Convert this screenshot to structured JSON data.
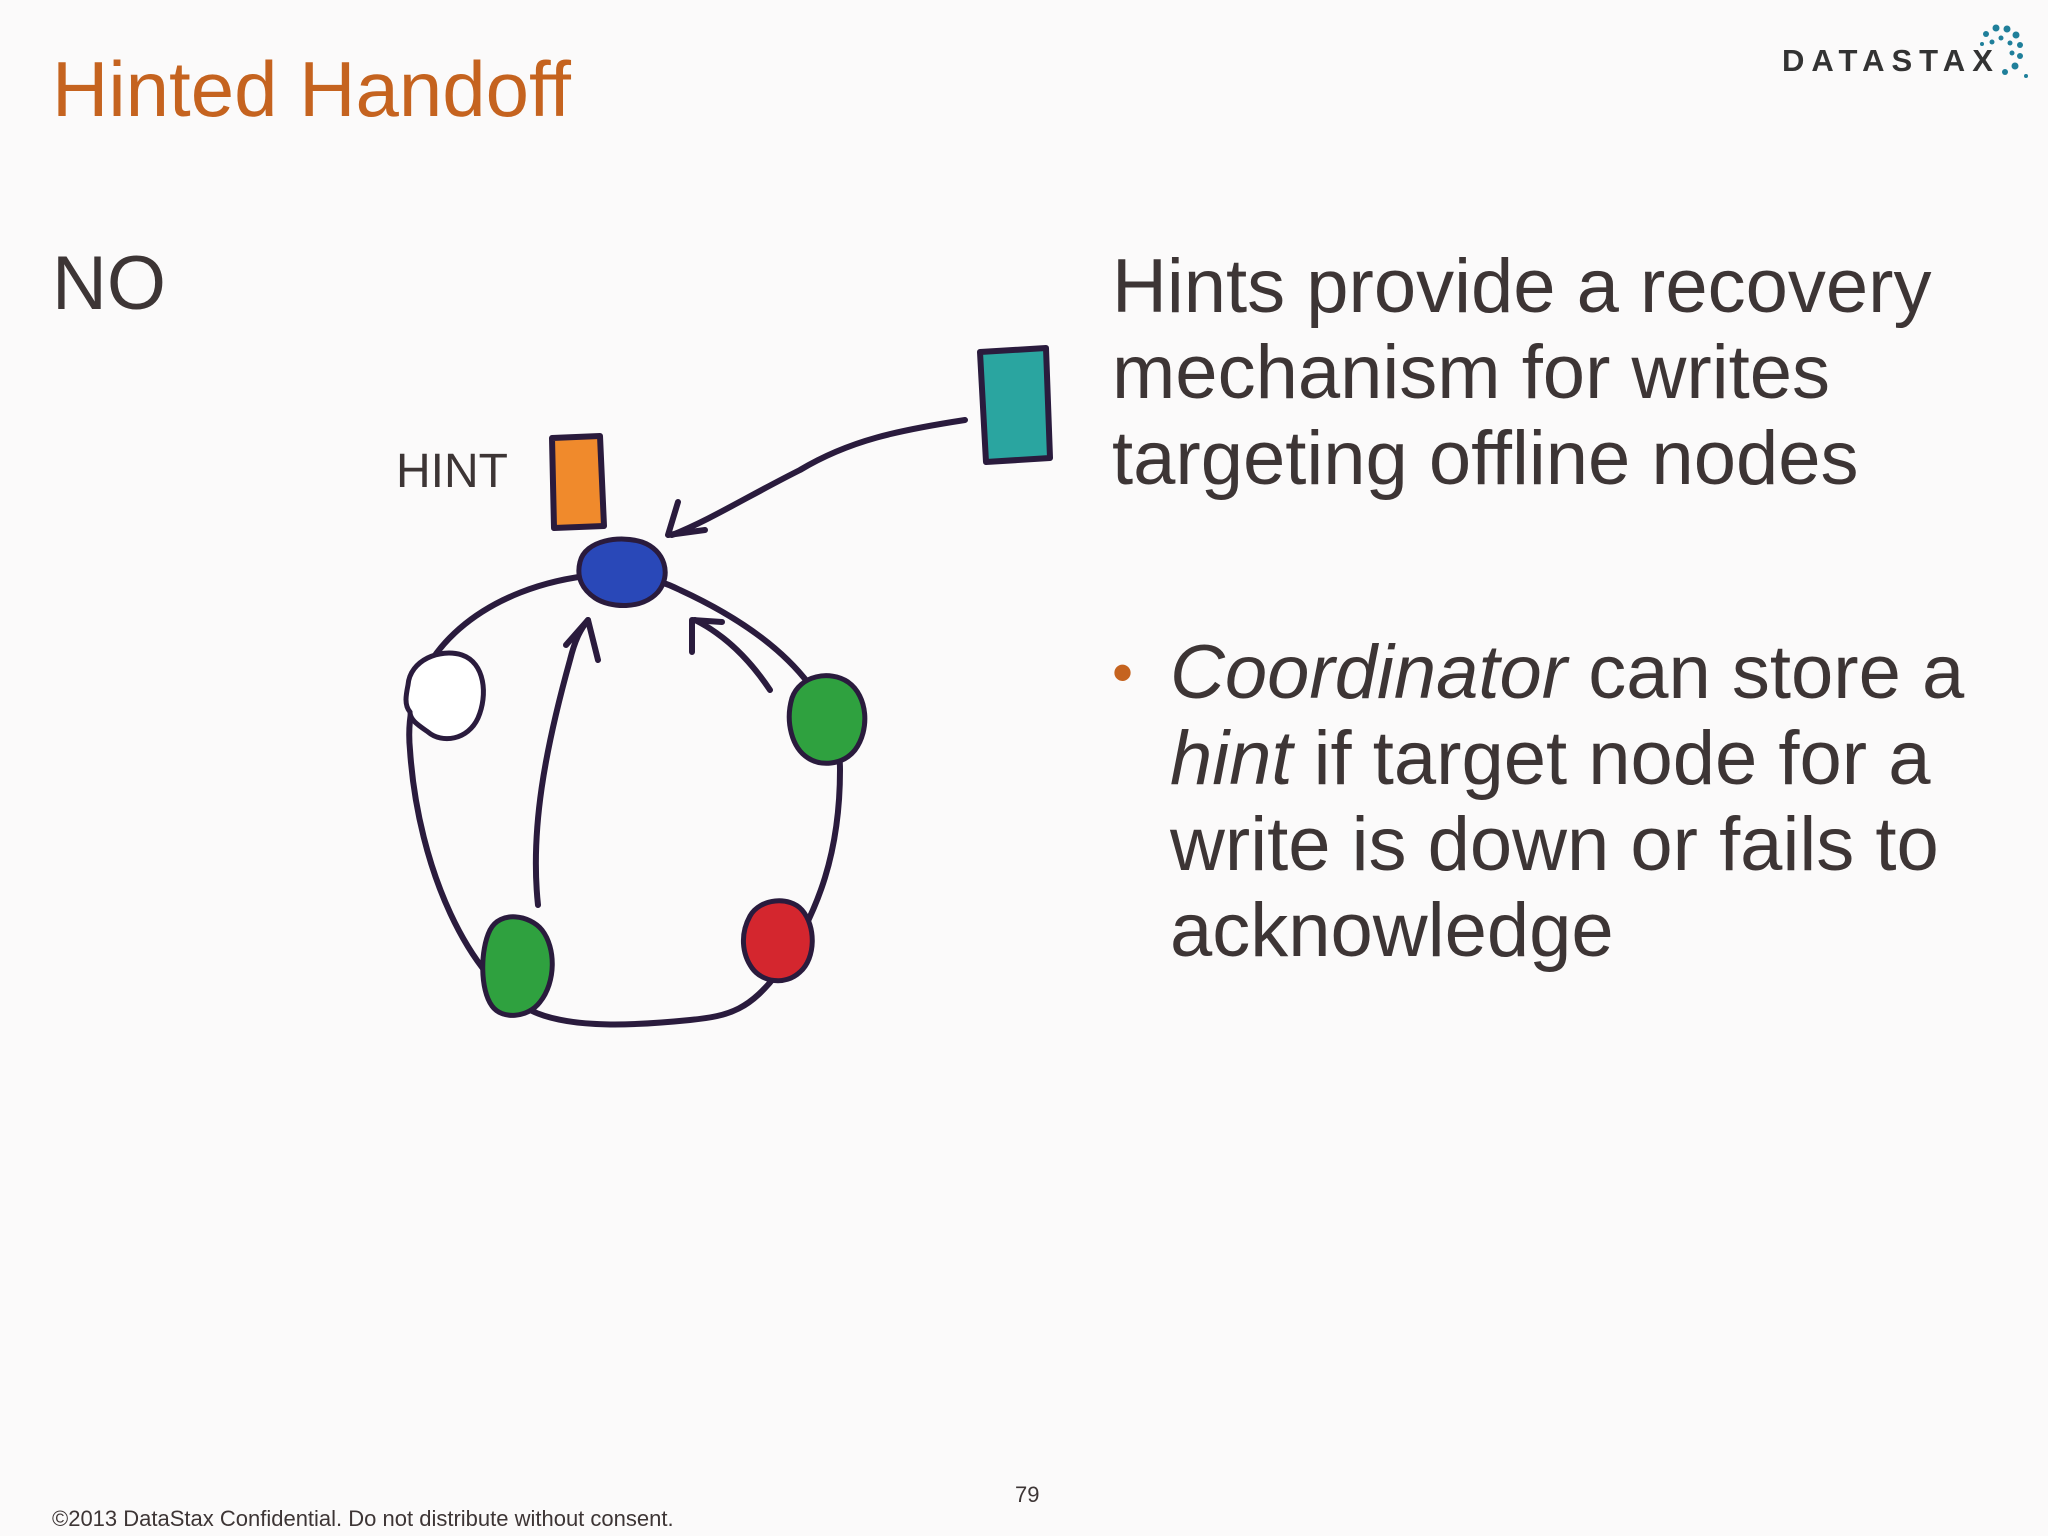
{
  "slide": {
    "title": "Hinted Handoff",
    "no_label": "NO",
    "hint_label": "HINT",
    "main_text": "Hints provide a recovery mechanism for writes targeting offline nodes",
    "bullet": {
      "marker": "•",
      "parts": [
        "Coordinator",
        " can store a ",
        "hint",
        " if target node for a write is down or fails to acknowledge"
      ]
    },
    "page_number": "79",
    "footer": "©2013 DataStax Confidential. Do not distribute without consent."
  },
  "logo": {
    "word": "DATASTAX"
  },
  "diagram": {
    "node_colors": {
      "coordinator": "#2948b8",
      "offline": "#ffffff",
      "replica_right": "#2fa13f",
      "replica_bottom_left": "#2fa13f",
      "replica_bottom_right": "#d4262e"
    },
    "write_color": "#2aa5a0",
    "hint_color": "#f08a2c",
    "stroke_color": "#2a1b3d"
  },
  "theme": {
    "accent": "#c5631f",
    "text": "#3d3535",
    "background": "#fbfafa"
  }
}
